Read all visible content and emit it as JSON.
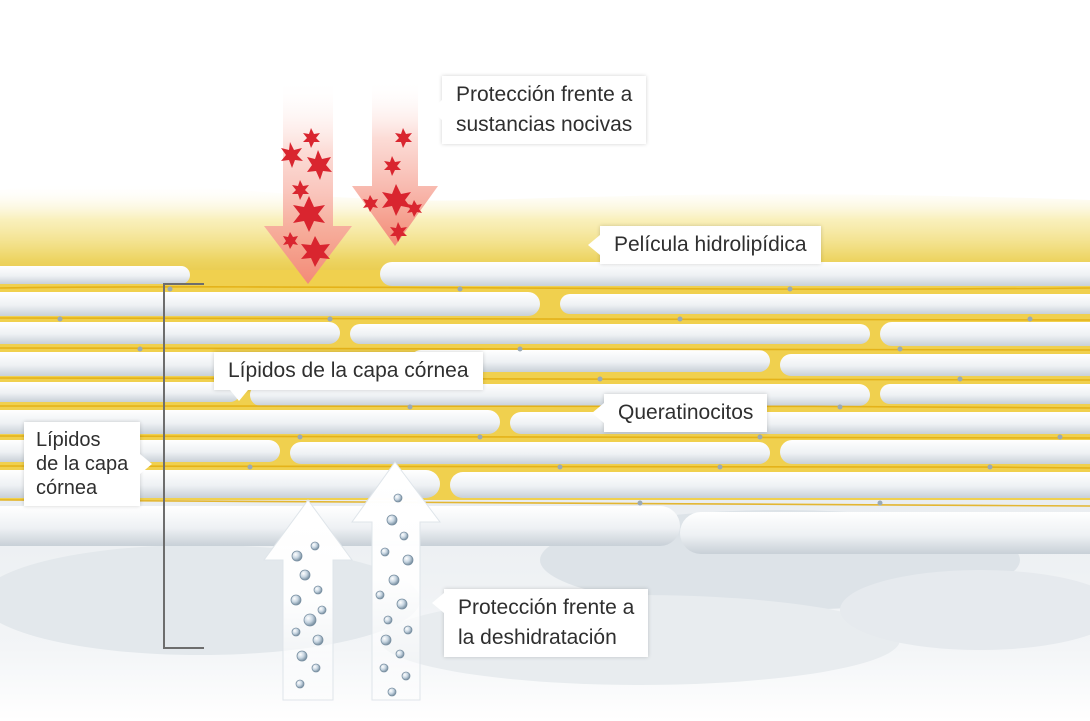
{
  "labels": {
    "harmful_protection": [
      "Protección frente a",
      "sustancias nocivas"
    ],
    "hydrolipidic_film": "Película hidrolipídica",
    "stratum_lipids_inner": "Lípidos de la capa córnea",
    "keratinocytes": "Queratinocitos",
    "stratum_lipids_side": [
      "Lípidos",
      "de la capa",
      "córnea"
    ],
    "dehydration_protection": [
      "Protección frente a",
      "la deshidratación"
    ]
  },
  "colors": {
    "lipid_gold": "#e7b91c",
    "lipid_light": "#f6de6a",
    "cell_white": "#f1f4f6",
    "cell_shadow": "#c9d0d6",
    "harmful_red": "#e0343c",
    "arrow_red": "#f07a6a",
    "water_blue": "#9fb4c6",
    "bracket_gray": "#6d6d6d"
  },
  "icons": {
    "harmful_particles": "red-star-particle-icon",
    "water_droplets": "water-bubble-icon",
    "down_arrows": "down-arrow-icon",
    "up_arrows": "up-arrow-icon"
  }
}
